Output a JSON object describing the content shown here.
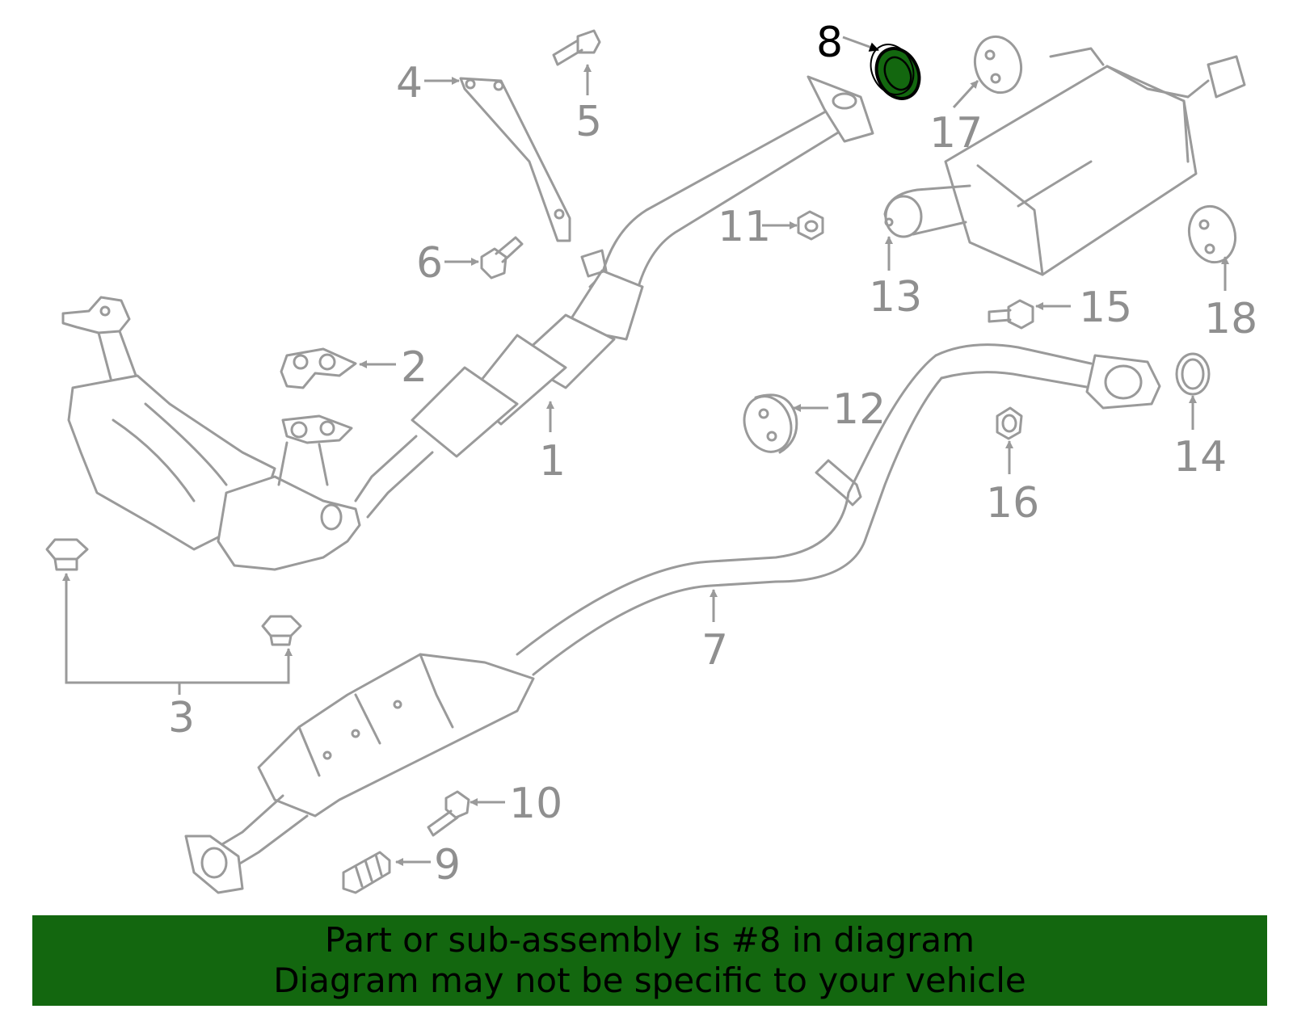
{
  "diagram": {
    "labels": [
      "1",
      "2",
      "3",
      "4",
      "5",
      "6",
      "7",
      "8",
      "9",
      "10",
      "11",
      "12",
      "13",
      "14",
      "15",
      "16",
      "17",
      "18"
    ],
    "highlight_part": "8",
    "highlight_color": "#13670f",
    "line_color": "#9a9a9a"
  },
  "banner": {
    "line1": "Part or sub-assembly is #8 in diagram",
    "line2": "Diagram may not be specific to your vehicle",
    "background": "#13670f"
  }
}
